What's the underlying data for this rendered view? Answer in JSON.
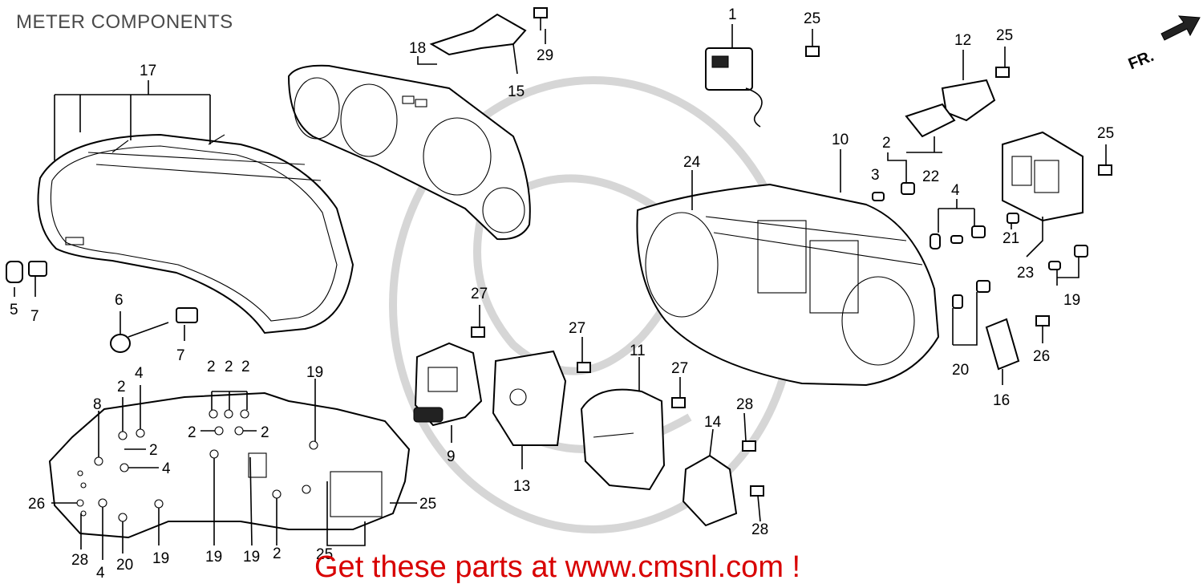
{
  "page": {
    "title": "METER COMPONENTS",
    "promo": "Get these parts at www.cmsnl.com !",
    "front_marker": "FR."
  },
  "colors": {
    "promo": "#d80000",
    "title": "#4a4a4a",
    "watermark": "#d6d6d6"
  },
  "part_labels": [
    "17",
    "5",
    "7",
    "6",
    "7",
    "18",
    "15",
    "29",
    "1",
    "25",
    "25",
    "12",
    "25",
    "10",
    "2",
    "3",
    "22",
    "24",
    "4",
    "21",
    "23",
    "19",
    "20",
    "26",
    "16",
    "27",
    "27",
    "11",
    "27",
    "9",
    "13",
    "14",
    "28",
    "28",
    "2",
    "2",
    "2",
    "2",
    "4",
    "8",
    "2",
    "2",
    "2",
    "4",
    "19",
    "26",
    "25",
    "28",
    "4",
    "20",
    "19",
    "19",
    "19",
    "2",
    "25"
  ]
}
